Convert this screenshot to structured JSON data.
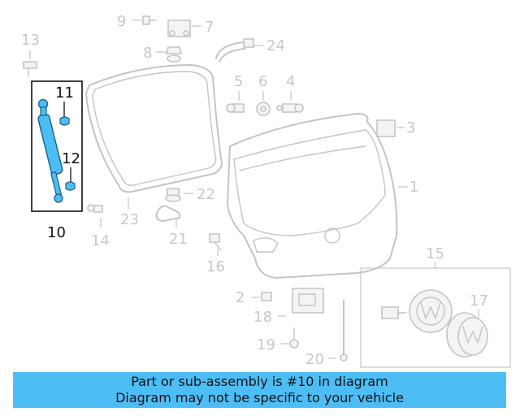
{
  "callouts": {
    "c1": "1",
    "c2": "2",
    "c3": "3",
    "c4": "4",
    "c5": "5",
    "c6": "6",
    "c7": "7",
    "c8": "8",
    "c9": "9",
    "c10": "10",
    "c11": "11",
    "c12": "12",
    "c13": "13",
    "c14": "14",
    "c15": "15",
    "c16": "16",
    "c17": "17",
    "c18": "18",
    "c19": "19",
    "c20": "20",
    "c21": "21",
    "c22": "22",
    "c23": "23",
    "c24": "24"
  },
  "highlight_part": "10",
  "colors": {
    "highlight": "#4dbdf5",
    "line_art": "#c4c4c4",
    "banner": "#4dbdf5"
  },
  "banner": {
    "line1": "Part or sub-assembly is #10 in diagram",
    "line2": "Diagram may not be specific to your vehicle"
  }
}
